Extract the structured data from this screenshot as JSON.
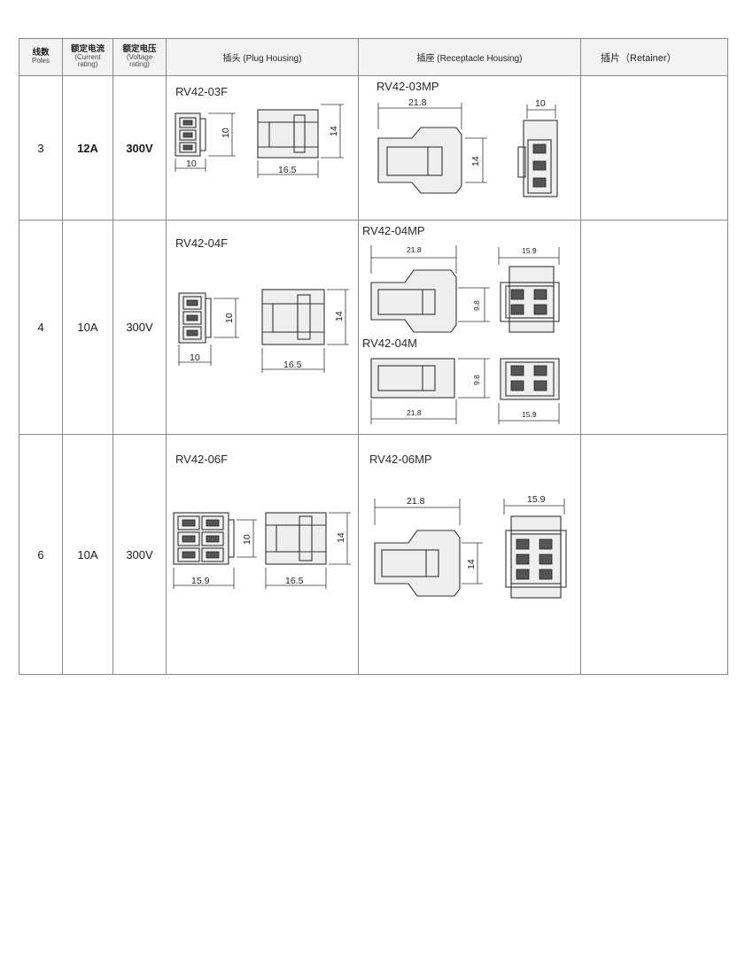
{
  "header": {
    "poles_cn": "线数",
    "poles_en": "Poles",
    "current_cn": "额定电流",
    "current_en1": "(Current",
    "current_en2": "rating)",
    "voltage_cn": "额定电压",
    "voltage_en1": "(Voltage",
    "voltage_en2": "rating)",
    "plug": "插头 (Plug Housing)",
    "receptacle": "插座 (Receptacle Housing)",
    "retainer": "插片（Retainer）"
  },
  "rows": [
    {
      "poles": "3",
      "current": "12A",
      "voltage": "300V",
      "plug_part": "RV42-03F",
      "plug_dims": {
        "width": "10",
        "height": "10",
        "length": "16.5",
        "depth": "14"
      },
      "rec_part": "RV42-03MP",
      "rec_dims": {
        "length": "21.8",
        "height": "14",
        "width": "10"
      }
    },
    {
      "poles": "4",
      "current": "10A",
      "voltage": "300V",
      "plug_part": "RV42-04F",
      "plug_dims": {
        "width": "10",
        "height": "10",
        "length": "16.5",
        "depth": "14"
      },
      "rec_part": "RV42-04MP",
      "rec_dims": {
        "length": "21.8",
        "height": "9.8",
        "width": "15.9"
      },
      "rec_part2": "RV42-04M",
      "rec2_dims": {
        "length": "21.8",
        "height": "9.8",
        "width": "15.9"
      }
    },
    {
      "poles": "6",
      "current": "10A",
      "voltage": "300V",
      "plug_part": "RV42-06F",
      "plug_dims": {
        "width": "15.9",
        "height": "10",
        "length": "16.5",
        "depth": "14"
      },
      "rec_part": "RV42-06MP",
      "rec_dims": {
        "length": "21.8",
        "height": "14",
        "width": "15.9"
      }
    }
  ]
}
